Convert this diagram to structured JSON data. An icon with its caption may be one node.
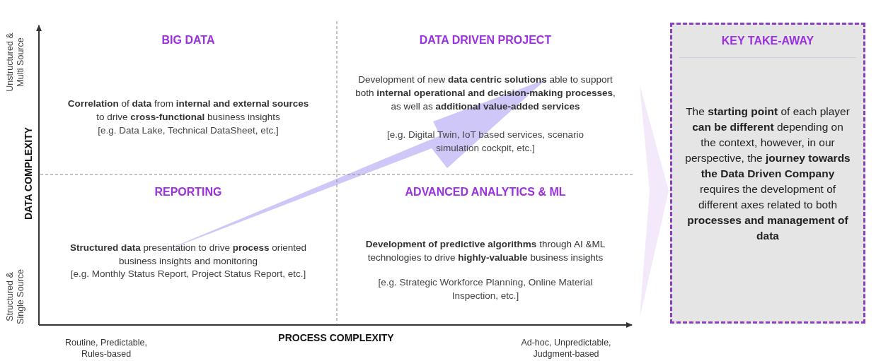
{
  "diagram": {
    "nodes": [
      {
        "text": [
          "KEY TAKE-AWAY",
          "The **starting point** of each player **can be different** depending on the context, however, in our perspective, the **journey towards the Data Driven Company** requires the development of different axes related to both **processes and management of data**"
        ]
      }
    ],
    "labels": [
      "Unstructured & Multi Source",
      "BIG DATA",
      "DATA DRIVEN PROJECT",
      "**Correlation** of **data** from **internal and external sources** to drive **cross-functional** business insights",
      "[e.g. Data Lake, Technical DataSheet, etc.]",
      "Development of new **data centric solutions** able to support both **internal operational and decision-making processes**, as well as **additional value-added services**",
      "[e.g. Digital Twin, IoT based services, scenario simulation cockpit, etc.]",
      "DATA COMPLEXITY",
      "REPORTING",
      "ADVANCED ANALYTICS & ML",
      "**Structured data** presentation to drive **process** oriented business insights and monitoring",
      "[e.g. Monthly Status Report, Project Status Report, etc.]",
      "**Development of predictive algorithms** through AI &ML technologies to drive **highly-valuable** business insights",
      "[e.g. Strategic Workforce Planning, Online Material Inspection, etc.]",
      "Structured & Single Source",
      "PROCESS COMPLEXITY",
      "Routine, Predictable, Rules-based",
      "Ad-hoc, Unpredictable, Judgment-based"
    ]
  }
}
